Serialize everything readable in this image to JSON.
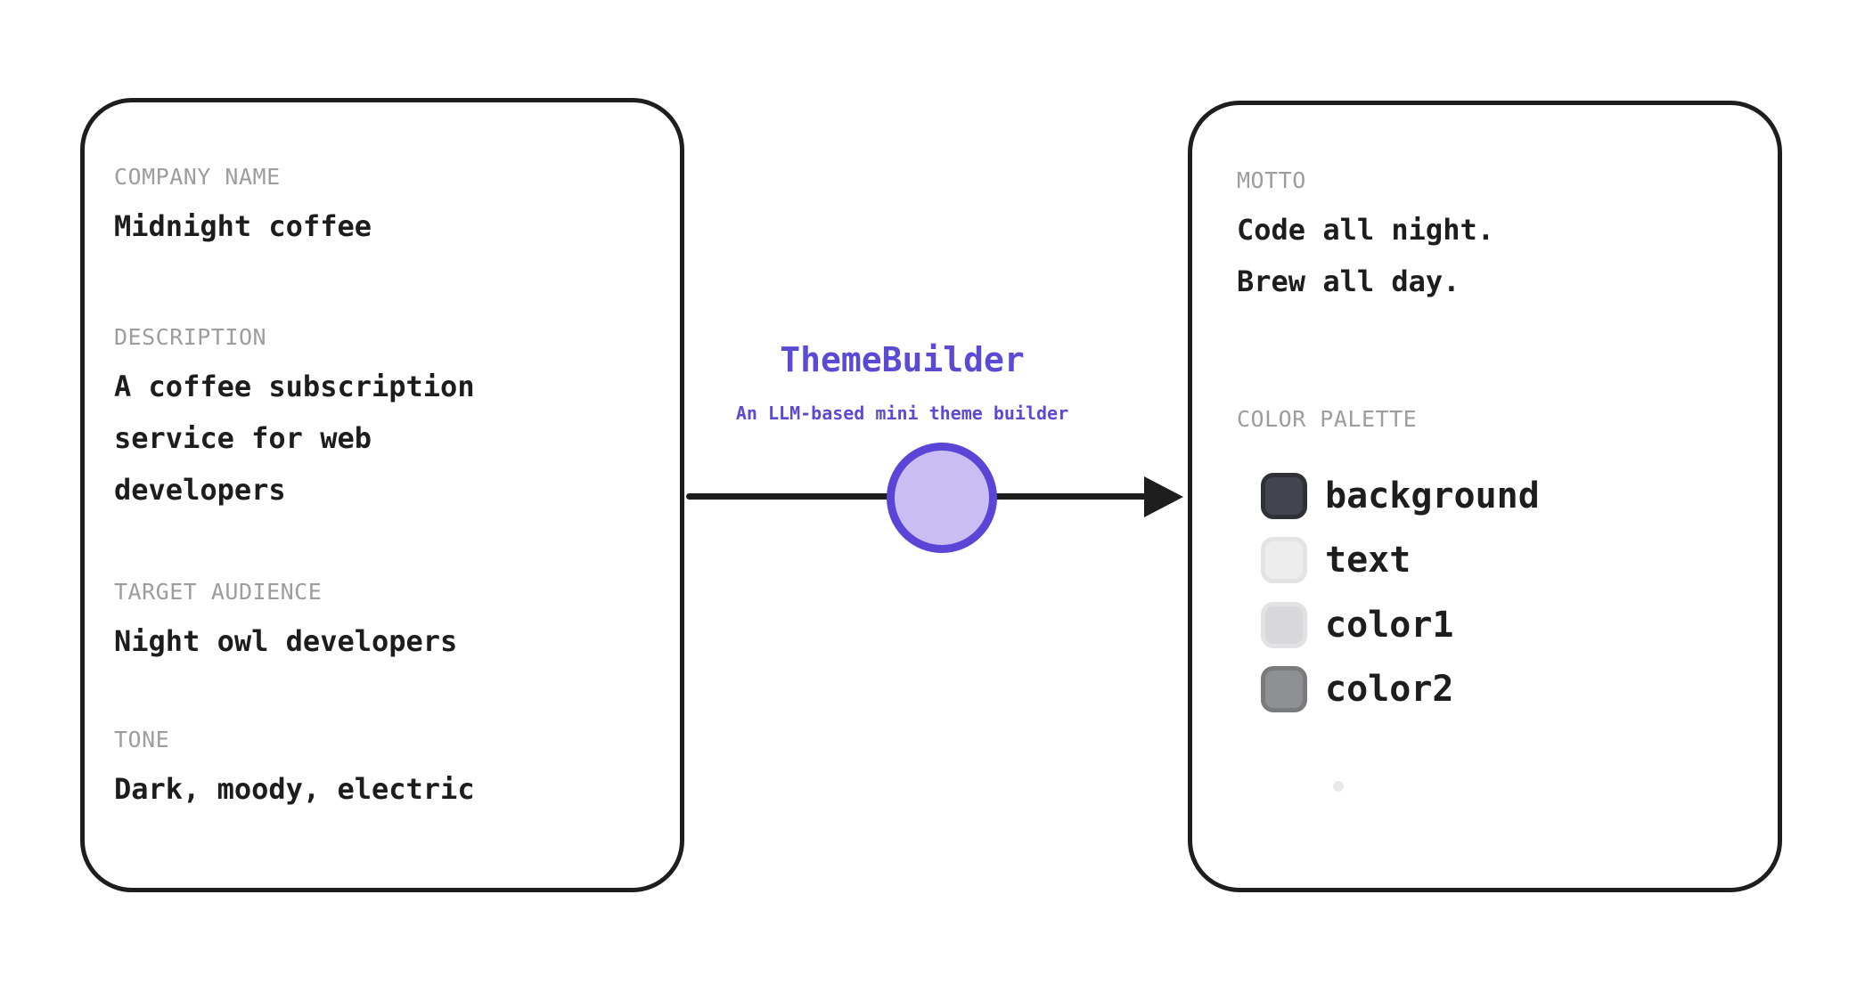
{
  "app": {
    "title": "ThemeBuilder",
    "subtitle": "An LLM-based mini theme builder"
  },
  "input_card": {
    "fields": [
      {
        "label": "COMPANY NAME",
        "value": "Midnight coffee"
      },
      {
        "label": "DESCRIPTION",
        "value": "A coffee subscription\nservice for web\ndevelopers"
      },
      {
        "label": "TARGET AUDIENCE",
        "value": "Night owl developers"
      },
      {
        "label": "TONE",
        "value": "Dark, moody, electric"
      }
    ]
  },
  "output_card": {
    "motto": {
      "label": "MOTTO",
      "value": "Code all night.\nBrew all day."
    },
    "palette": {
      "label": "COLOR PALETTE",
      "swatches": [
        {
          "name": "background",
          "fill": "#42454e",
          "border": "#2e3138"
        },
        {
          "name": "text",
          "fill": "#ededee",
          "border": "#e3e3e5"
        },
        {
          "name": "color1",
          "fill": "#d8d8da",
          "border": "#e2e2e4"
        },
        {
          "name": "color2",
          "fill": "#8f9094",
          "border": "#7a7b7f"
        }
      ]
    }
  },
  "colors": {
    "accent": "#5b4ad3",
    "node_border": "#5a45d6",
    "node_fill": "#c9bdf3",
    "ink": "#1e1e1e",
    "label_gray": "#9d9d9d"
  }
}
